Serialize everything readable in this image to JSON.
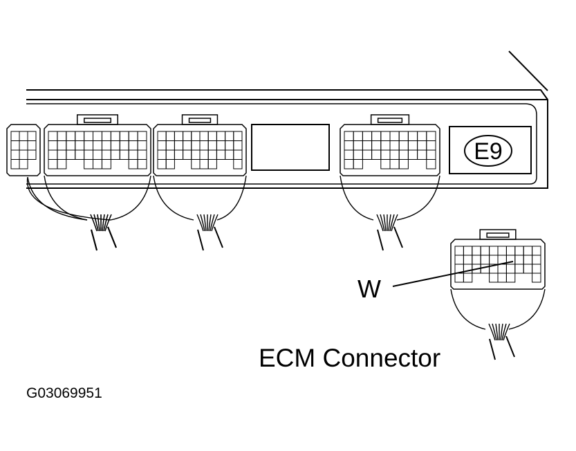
{
  "diagram": {
    "ecu_connector_code": "E9",
    "pin_label": "W",
    "connector_name": "ECM Connector",
    "figure_code": "G03069951"
  },
  "colors": {
    "line": "#000000",
    "background": "#ffffff"
  }
}
